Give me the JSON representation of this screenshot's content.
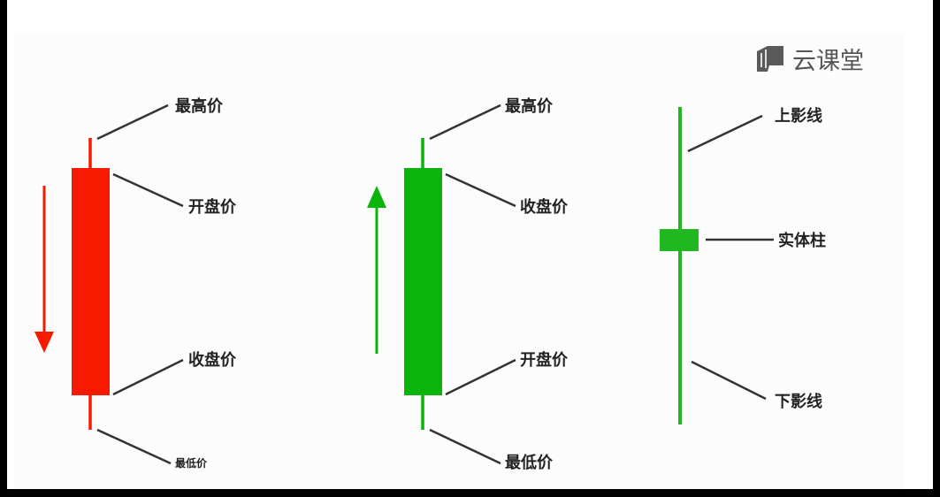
{
  "brand": {
    "name": "云课堂",
    "icon": "book-icon",
    "color": "#555555"
  },
  "colors": {
    "bearish": "#f51a00",
    "bullish": "#0ab40a",
    "anatomy": "#21b721",
    "pointer": "#333333",
    "background": "#ffffff"
  },
  "bearish_candle": {
    "labels": {
      "high": "最高价",
      "open": "开盘价",
      "close": "收盘价",
      "low": "最低价"
    }
  },
  "bullish_candle": {
    "labels": {
      "high": "最高价",
      "close": "收盘价",
      "open": "开盘价",
      "low": "最低价"
    }
  },
  "anatomy_candle": {
    "labels": {
      "upper_shadow": "上影线",
      "body": "实体柱",
      "lower_shadow": "下影线"
    }
  }
}
